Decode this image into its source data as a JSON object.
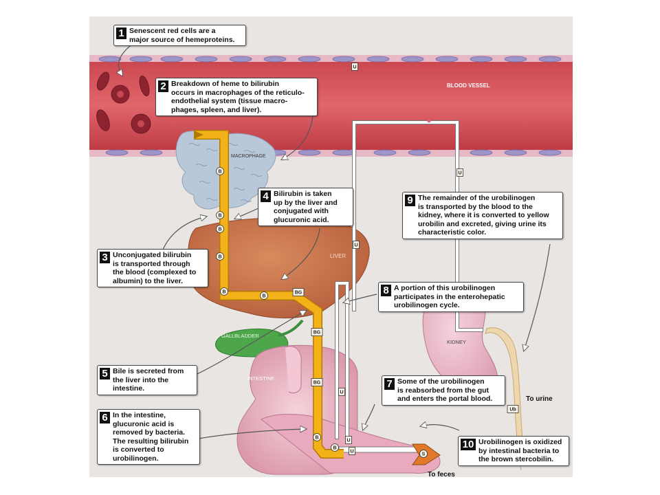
{
  "colors": {
    "page_bg": "#ffffff",
    "diagram_bg": "#e9e5e2",
    "vessel": "#d94b52",
    "vessel_dark": "#b9353f",
    "liver": "#c86a45",
    "bile_path": "#f4b21a",
    "gallbladder": "#4ea64a",
    "intestine": "#e9b3c0",
    "kidney": "#eab7c6",
    "macrophage": "#b9c8d8",
    "ureter": "#eed7ad",
    "stercobilin": "#e07a2a"
  },
  "region_labels": {
    "blood_vessel": "BLOOD VESSEL",
    "macrophage": "MACROPHAGE",
    "liver": "LIVER",
    "gallbladder": "GALLBLADDER",
    "intestine": "INTESTINE",
    "kidney": "KIDNEY",
    "to_urine": "To urine",
    "to_feces": "To feces"
  },
  "tokens": {
    "bilirubin": "B",
    "bilirubin_glucuronide": "BG",
    "urobilinogen": "U",
    "urobilin": "Ub",
    "stercobilin": "S"
  },
  "steps": [
    {
      "num": "1",
      "text": "Senescent red cells are a\nmajor source of hemeproteins."
    },
    {
      "num": "2",
      "text": "Breakdown of heme to bilirubin\noccurs in macrophages of the reticulo-\nendothelial system (tissue macro-\nphages, spleen, and liver)."
    },
    {
      "num": "3",
      "text": "Unconjugated bilirubin\nis transported through\nthe blood (complexed to\nalbumin) to the liver."
    },
    {
      "num": "4",
      "text": "Bilirubin is taken\nup by the liver and\nconjugated with\nglucuronic acid."
    },
    {
      "num": "5",
      "text": "Bile is secreted from\nthe liver into the\nintestine."
    },
    {
      "num": "6",
      "text": "In the intestine,\nglucuronic acid is\nremoved by bacteria.\nThe resulting bilirubin\nis converted to\nurobilinogen."
    },
    {
      "num": "7",
      "text": "Some of the urobilinogen\nis reabsorbed from the gut\nand enters the portal blood."
    },
    {
      "num": "8",
      "text": "A portion of this urobilinogen\nparticipates in the enterohepatic\nurobilinogen cycle."
    },
    {
      "num": "9",
      "text": "The remainder of the urobilinogen\nis transported by the blood to the\nkidney, where it is converted to yellow\nurobilin and excreted, giving urine its\ncharacteristic color."
    },
    {
      "num": "10",
      "text": "Urobilinogen is oxidized\nby intestinal bacteria to\nthe brown stercobilin."
    }
  ]
}
